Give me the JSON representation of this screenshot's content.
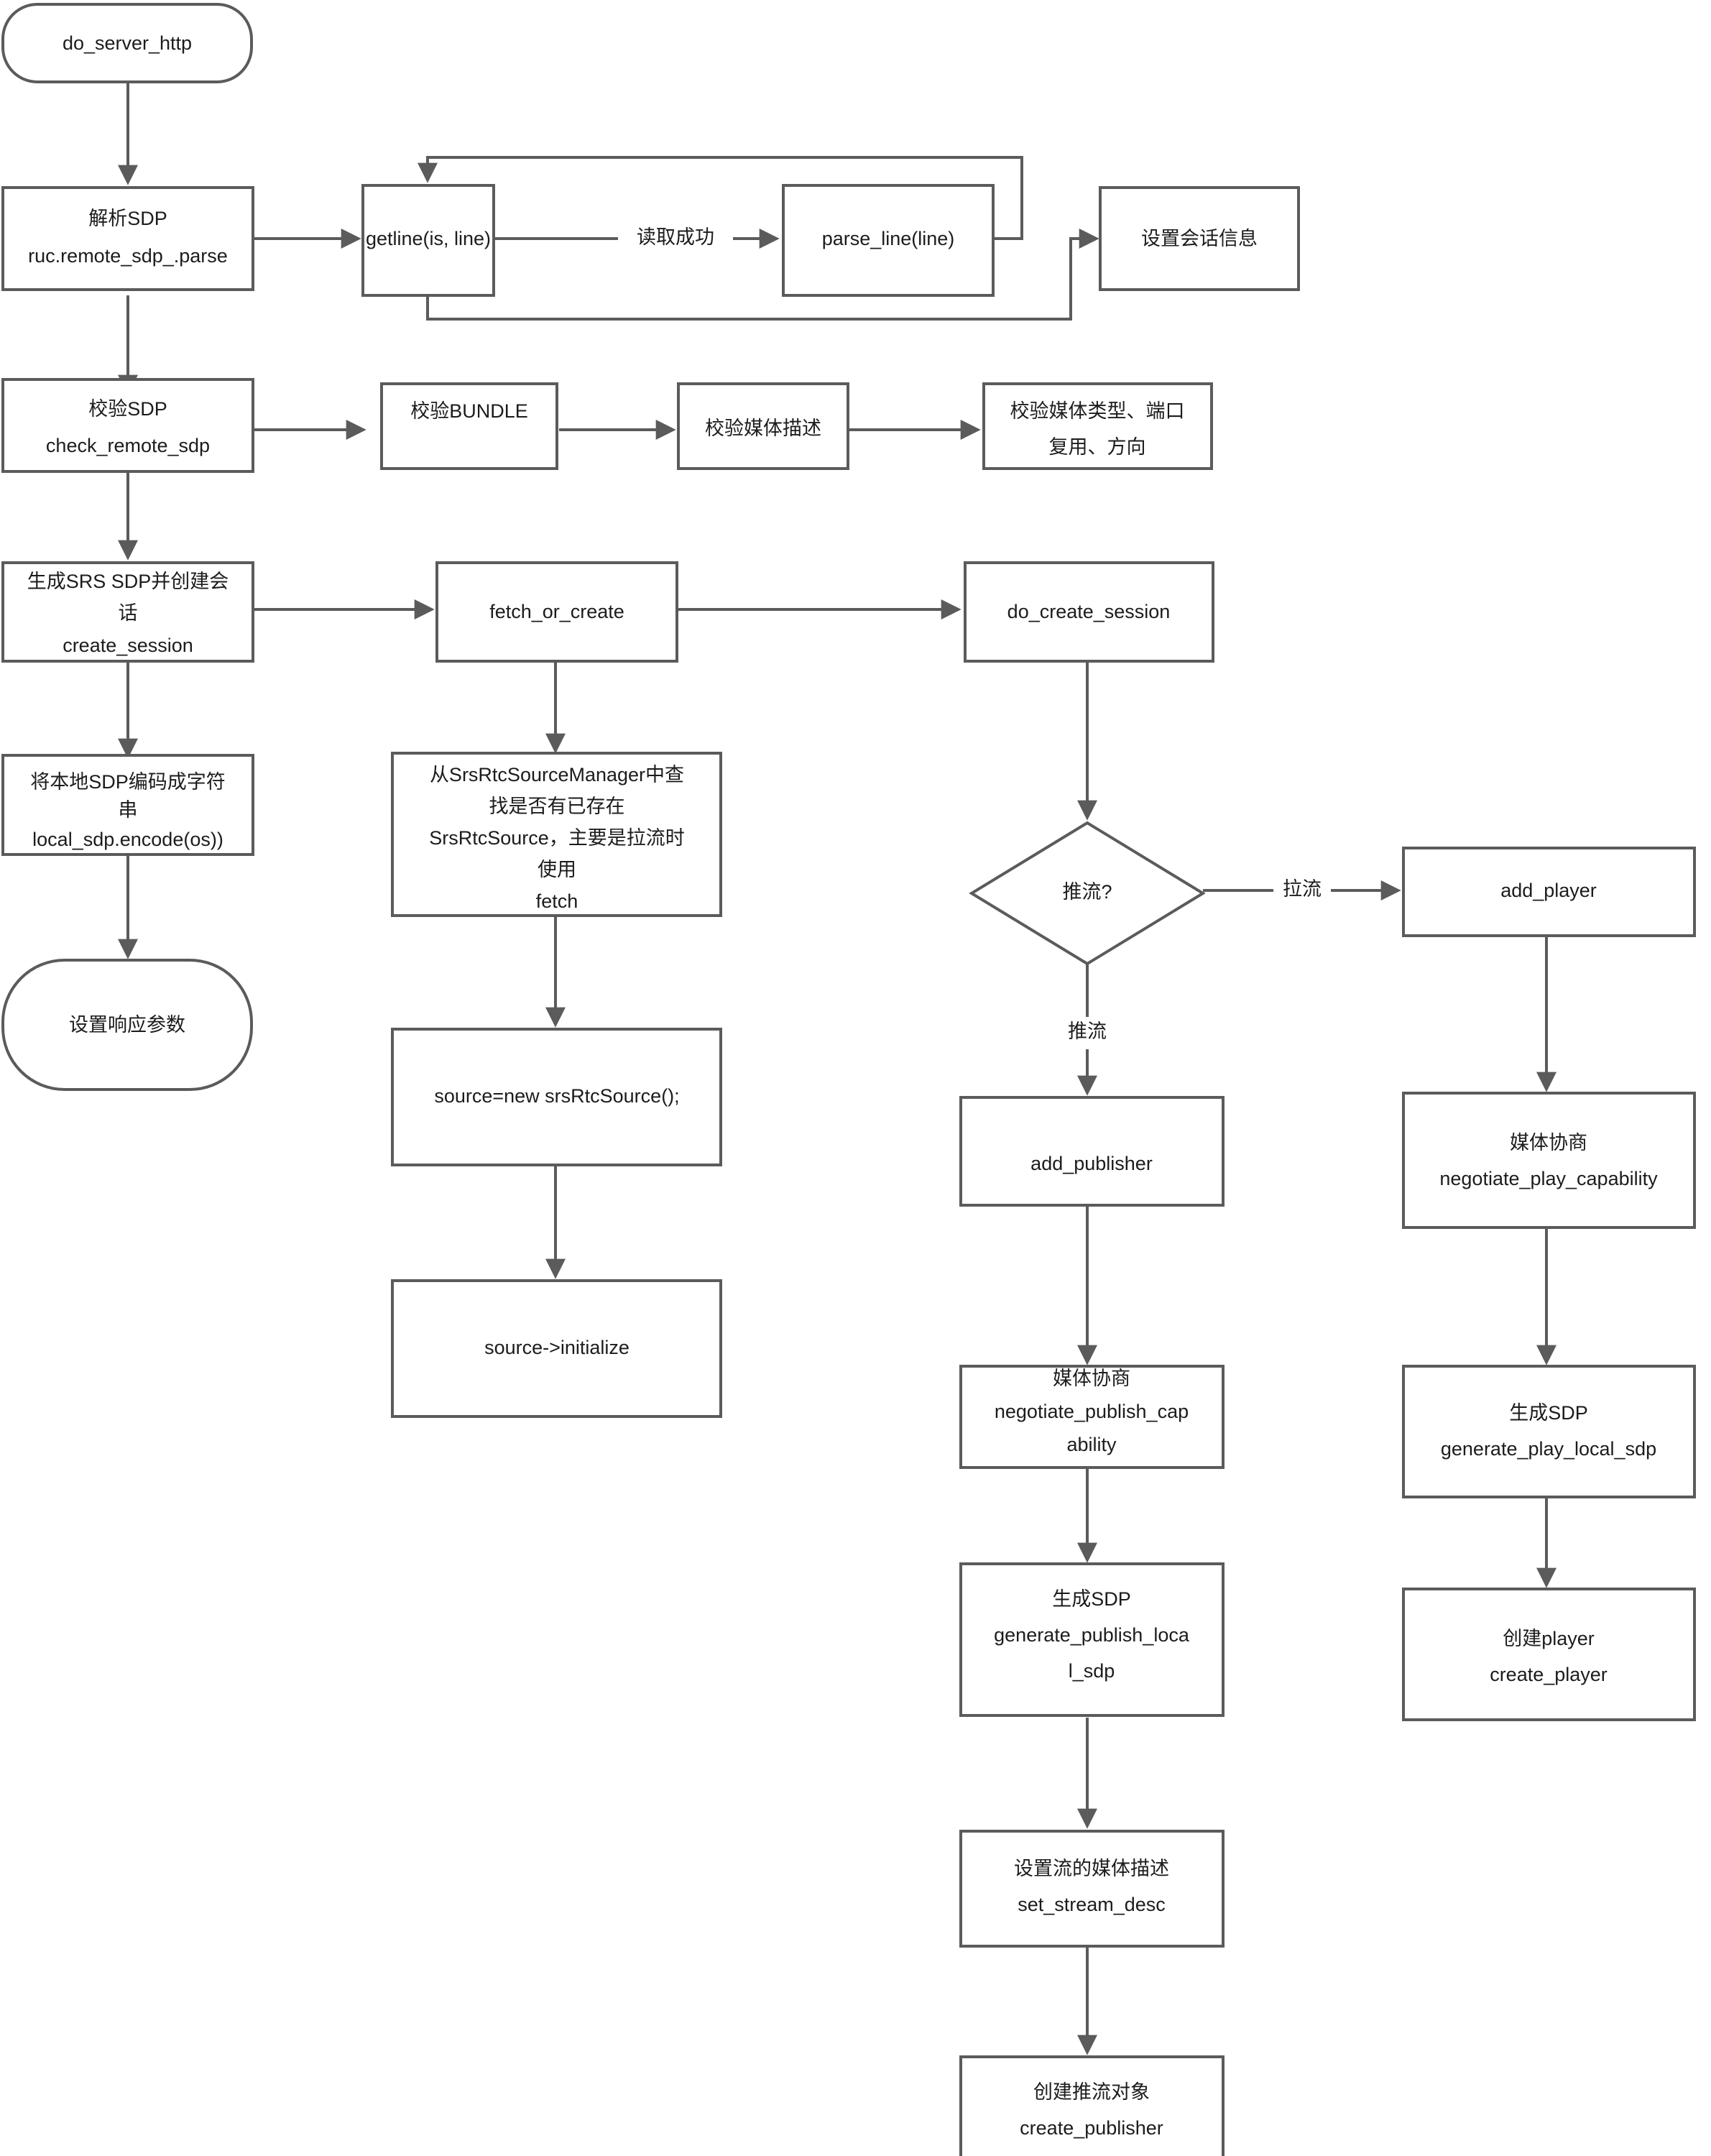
{
  "diagram": {
    "title": "do_server_http WebRTC SDP handling flowchart",
    "background_color": "#ffffff",
    "stroke_color": "#5b5b5b",
    "text_color": "#1c1c1c",
    "nodes": {
      "start": {
        "shape": "terminator",
        "lines": [
          "do_server_http"
        ]
      },
      "parse_sdp": {
        "shape": "process",
        "lines": [
          "解析SDP",
          "ruc.remote_sdp_.parse"
        ]
      },
      "getline": {
        "shape": "process",
        "lines": [
          "getline(is, line)"
        ]
      },
      "parse_line": {
        "shape": "process",
        "lines": [
          "parse_line(line)"
        ]
      },
      "set_session_info": {
        "shape": "process",
        "lines": [
          "设置会话信息"
        ]
      },
      "check_sdp": {
        "shape": "process",
        "lines": [
          "校验SDP",
          "check_remote_sdp"
        ]
      },
      "check_bundle": {
        "shape": "process",
        "lines": [
          "校验BUNDLE"
        ]
      },
      "check_media_desc": {
        "shape": "process",
        "lines": [
          "校验媒体描述"
        ]
      },
      "check_media_type": {
        "shape": "process",
        "lines": [
          "校验媒体类型、端口",
          "复用、方向"
        ]
      },
      "create_session": {
        "shape": "process",
        "lines": [
          "生成SRS SDP并创建会",
          "话",
          "create_session"
        ]
      },
      "fetch_or_create": {
        "shape": "process",
        "lines": [
          "fetch_or_create"
        ]
      },
      "do_create_session": {
        "shape": "process",
        "lines": [
          "do_create_session"
        ]
      },
      "encode_local_sdp": {
        "shape": "process",
        "lines": [
          "将本地SDP编码成字符",
          "串",
          "local_sdp.encode(os))"
        ]
      },
      "set_response": {
        "shape": "terminator",
        "lines": [
          "设置响应参数"
        ]
      },
      "fetch_source": {
        "shape": "process",
        "lines": [
          "从SrsRtcSourceManager中查",
          "找是否有已存在",
          "SrsRtcSource，主要是拉流时",
          "使用",
          "fetch"
        ]
      },
      "new_source": {
        "shape": "process",
        "lines": [
          "source=new srsRtcSource();"
        ]
      },
      "source_initialize": {
        "shape": "process",
        "lines": [
          "source->initialize"
        ]
      },
      "is_publish": {
        "shape": "decision",
        "lines": [
          "推流?"
        ]
      },
      "add_player": {
        "shape": "process",
        "lines": [
          "add_player"
        ]
      },
      "add_publisher": {
        "shape": "process",
        "lines": [
          "add_publisher"
        ]
      },
      "negotiate_publish": {
        "shape": "process",
        "lines": [
          "媒体协商",
          "negotiate_publish_cap",
          "ability"
        ]
      },
      "gen_publish_sdp": {
        "shape": "process",
        "lines": [
          "生成SDP",
          "generate_publish_loca",
          "l_sdp"
        ]
      },
      "set_stream_desc": {
        "shape": "process",
        "lines": [
          "设置流的媒体描述",
          "set_stream_desc"
        ]
      },
      "create_publisher": {
        "shape": "process",
        "lines": [
          "创建推流对象",
          "create_publisher"
        ]
      },
      "negotiate_play": {
        "shape": "process",
        "lines": [
          "媒体协商",
          "negotiate_play_capability"
        ]
      },
      "gen_play_sdp": {
        "shape": "process",
        "lines": [
          "生成SDP",
          "generate_play_local_sdp"
        ]
      },
      "create_player": {
        "shape": "process",
        "lines": [
          "创建player",
          "create_player"
        ]
      }
    },
    "edge_labels": {
      "read_ok": "读取成功",
      "pull_stream": "拉流",
      "push_stream": "推流"
    }
  }
}
